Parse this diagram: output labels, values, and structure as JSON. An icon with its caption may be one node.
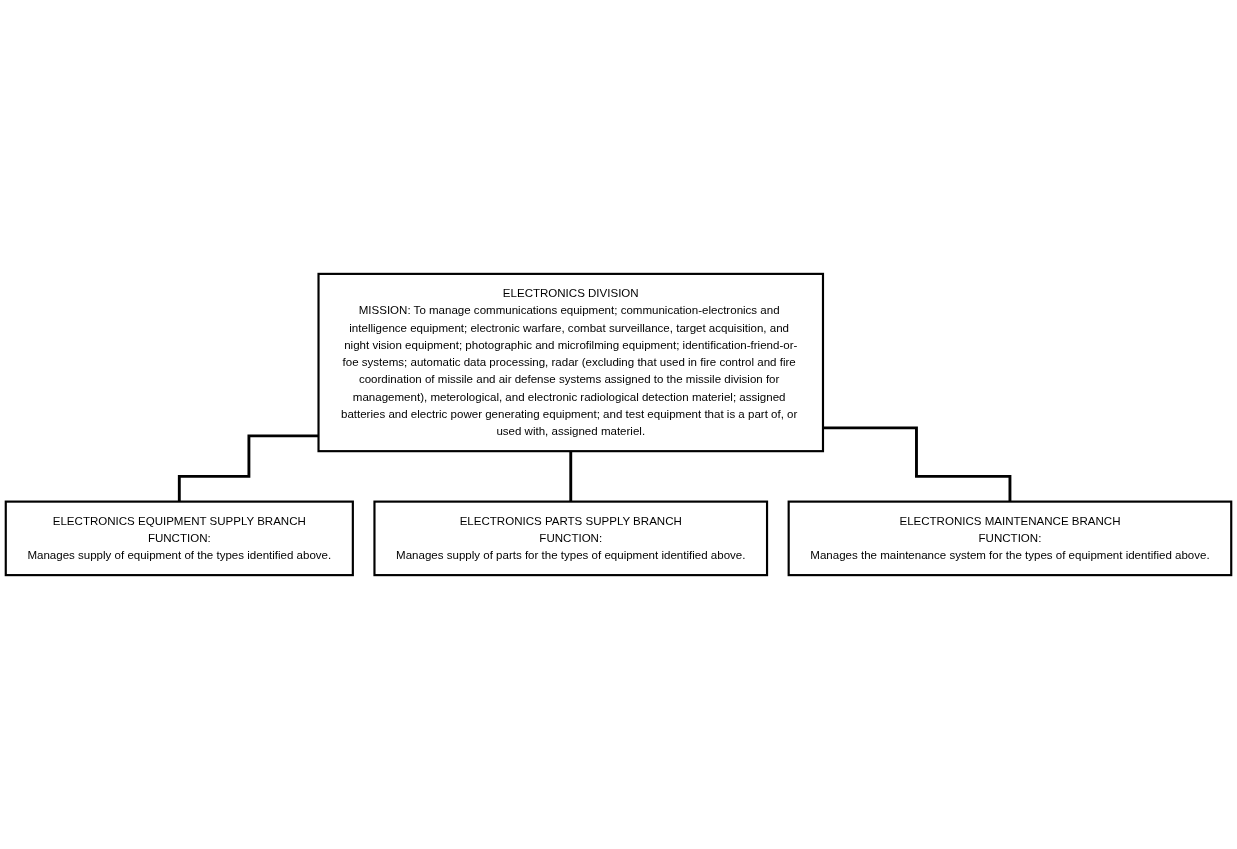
{
  "diagram": {
    "nodes": [
      {
        "text": [
          "ELECTRONICS DIVISION",
          "MISSION: To manage communications equipment; communication-electronics and intelligence equipment; electronic warfare, combat surveillance, target acquisition, and night vision equipment; photographic and microfilming equipment; identification-friend-or-foe systems; automatic data processing, radar (excluding that used in fire control and fire coordination of missile and air defense systems assigned to the missile division for management), meterological, and electronic radiological detection materiel; assigned batteries and electric power generating equipment; and test equipment that is a part of, or used with, assigned materiel."
        ]
      },
      {
        "text": [
          "ELECTRONICS EQUIPMENT SUPPLY BRANCH",
          "FUNCTION:",
          "Manages supply of equipment of the types identified above."
        ]
      },
      {
        "text": [
          "ELECTRONICS PARTS SUPPLY BRANCH",
          "FUNCTION:",
          "Manages supply of parts for the types of equipment identified above."
        ]
      },
      {
        "text": [
          "ELECTRONICS MAINTENANCE BRANCH",
          "FUNCTION:",
          "Manages the maintenance system for the types of equipment identified above."
        ]
      }
    ],
    "edges": [
      {
        "from": 0,
        "to": 1,
        "arrow": "none"
      },
      {
        "from": 0,
        "to": 2,
        "arrow": "none"
      },
      {
        "from": 0,
        "to": 3,
        "arrow": "none"
      }
    ]
  }
}
